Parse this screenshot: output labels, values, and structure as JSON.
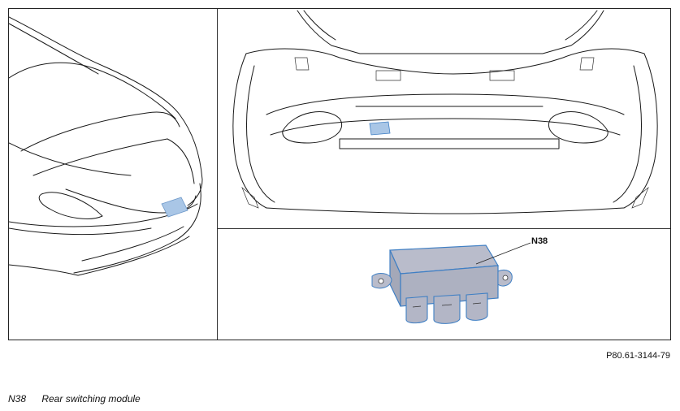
{
  "diagram": {
    "component_label": "N38",
    "reference_code": "P80.61-3144-79",
    "highlight_color": "#a9c6e6",
    "module_color": "#b9bccb",
    "module_outline": "#3f7fc4"
  },
  "legend": {
    "code": "N38",
    "description": "Rear switching module"
  }
}
